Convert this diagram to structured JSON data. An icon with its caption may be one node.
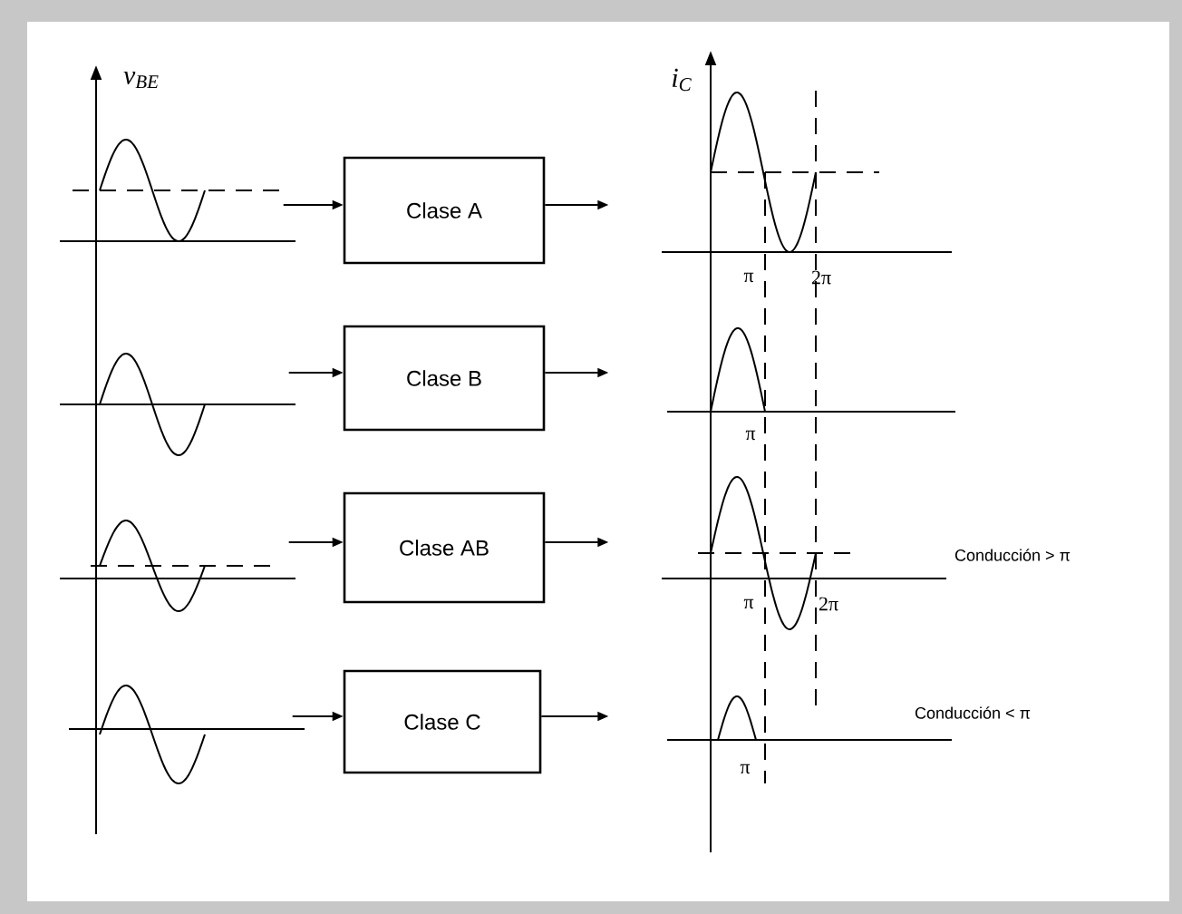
{
  "diagram": {
    "nodes": [
      {
        "text": [
          "Clase A"
        ]
      },
      {
        "text": [
          "Clase B"
        ]
      },
      {
        "text": [
          "Clase AB"
        ]
      },
      {
        "text": [
          "Clase C"
        ]
      }
    ],
    "edges": [
      {
        "from": null,
        "to": 0,
        "arrow": "to"
      },
      {
        "from": 0,
        "to": null,
        "arrow": "to"
      },
      {
        "from": null,
        "to": 1,
        "arrow": "to"
      },
      {
        "from": 1,
        "to": null,
        "arrow": "to"
      },
      {
        "from": null,
        "to": 2,
        "arrow": "to"
      },
      {
        "from": 2,
        "to": null,
        "arrow": "to"
      },
      {
        "from": null,
        "to": 3,
        "arrow": "to"
      },
      {
        "from": 3,
        "to": null,
        "arrow": "to"
      }
    ],
    "labels": [
      "v$_{BE}$",
      "i$_{C}$",
      "π",
      "2π",
      "π",
      "Conducción > π",
      "π",
      "2π",
      "Conducción < π",
      "π"
    ]
  }
}
